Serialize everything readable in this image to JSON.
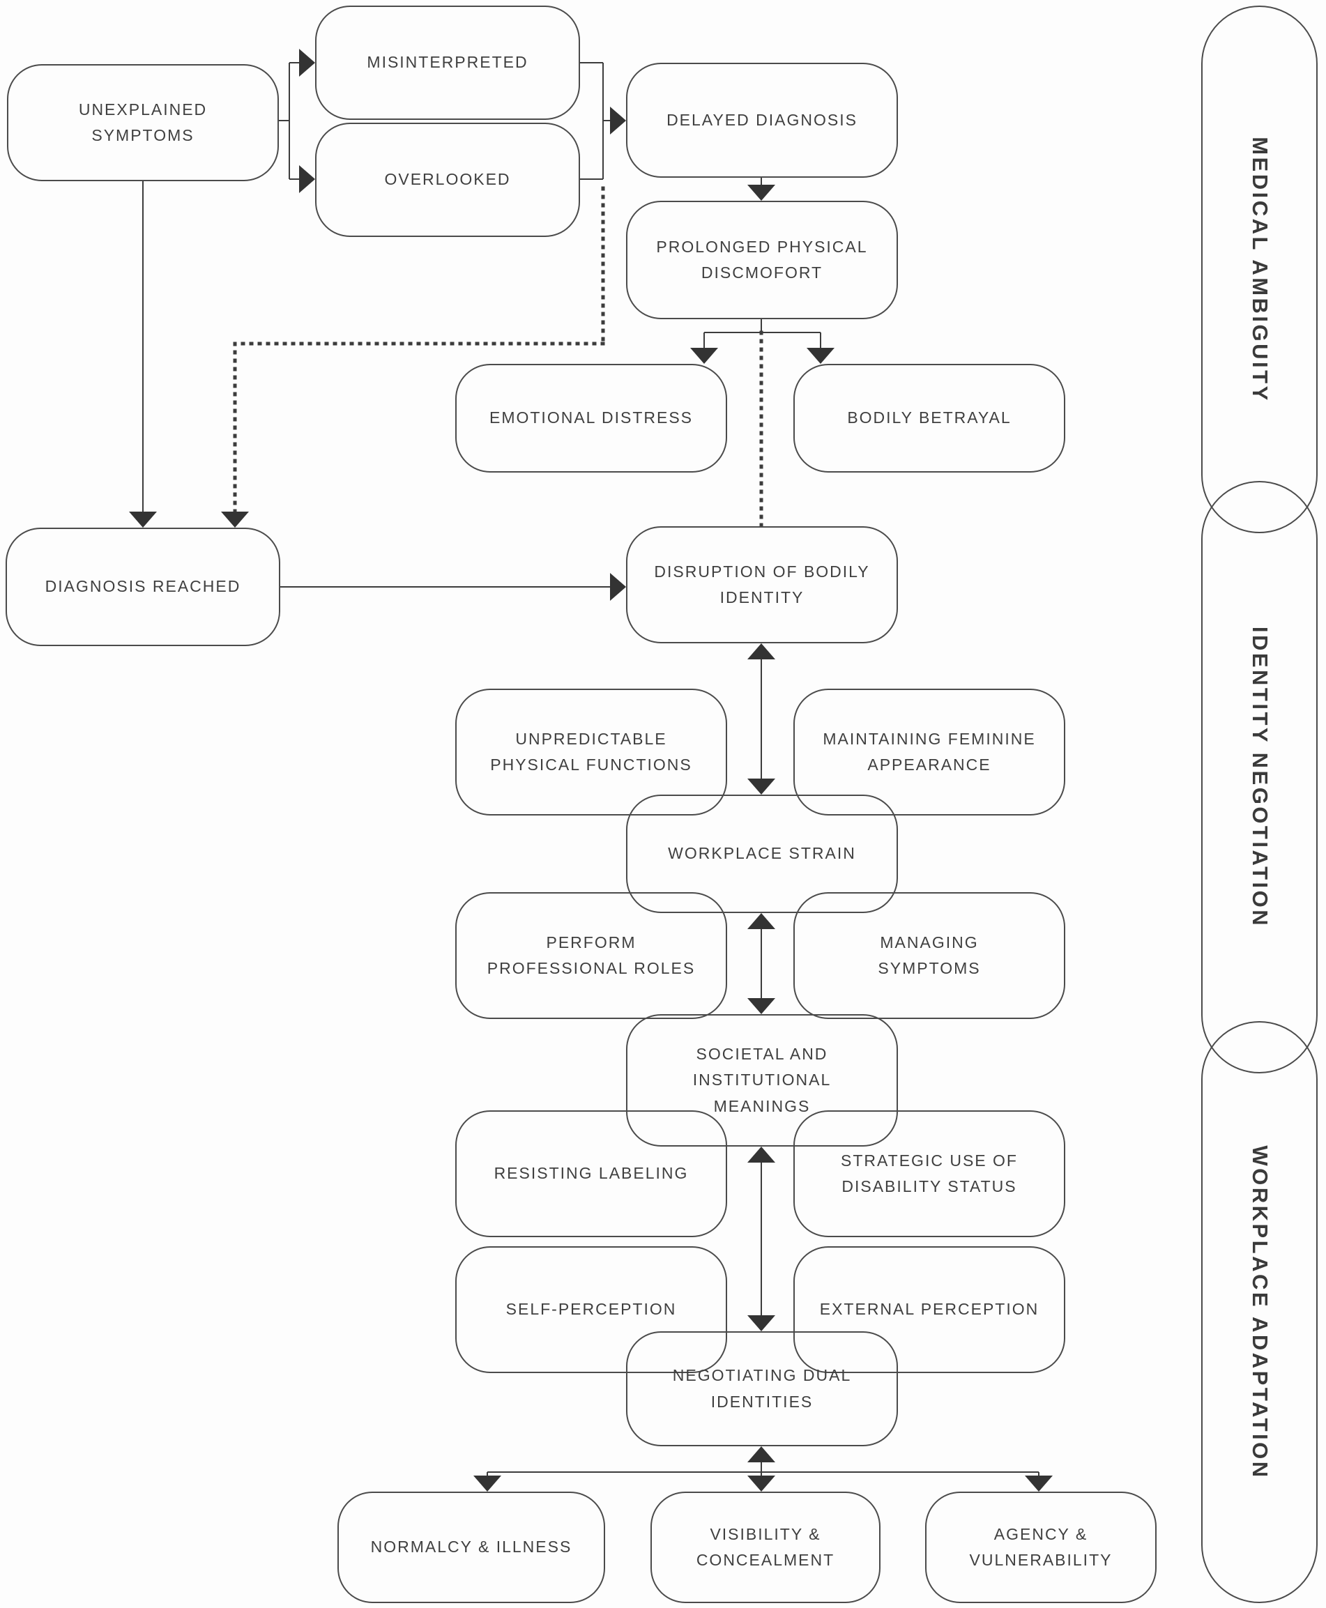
{
  "figure": {
    "background_color": "#fdfdfd",
    "line_color": "#3c3c3c",
    "border_color": "#4b4b4b",
    "text_color": "#3f3f3f",
    "arrowhead_color": "#333333"
  },
  "nodes": [
    {
      "id": "unexplained-symptoms",
      "label": "UNEXPLAINED\nSYMPTOMS"
    },
    {
      "id": "misinterpreted",
      "label": "MISINTERPRETED"
    },
    {
      "id": "overlooked",
      "label": "OVERLOOKED"
    },
    {
      "id": "delayed-diagnosis",
      "label": "DELAYED DIAGNOSIS"
    },
    {
      "id": "prolonged-physical-discomfort",
      "label": "PROLONGED PHYSICAL\nDISCMOFORT"
    },
    {
      "id": "emotional-distress",
      "label": "EMOTIONAL DISTRESS"
    },
    {
      "id": "bodily-betrayal",
      "label": "BODILY BETRAYAL"
    },
    {
      "id": "diagnosis-reached",
      "label": "DIAGNOSIS REACHED"
    },
    {
      "id": "disruption-of-bodily-identity",
      "label": "DISRUPTION OF BODILY\nIDENTITY"
    },
    {
      "id": "unpredictable-physical-functions",
      "label": "UNPREDICTABLE\nPHYSICAL FUNCTIONS"
    },
    {
      "id": "maintaining-feminine-appearance",
      "label": "MAINTAINING FEMININE\nAPPEARANCE"
    },
    {
      "id": "workplace-strain",
      "label": "WORKPLACE STRAIN"
    },
    {
      "id": "perform-professional-roles",
      "label": "PERFORM\nPROFESSIONAL ROLES"
    },
    {
      "id": "managing-symptoms",
      "label": "MANAGING\nSYMPTOMS"
    },
    {
      "id": "societal-institutional-meanings",
      "label": "SOCIETAL AND\nINSTITUTIONAL\nMEANINGS"
    },
    {
      "id": "resisting-labeling",
      "label": "RESISTING LABELING"
    },
    {
      "id": "strategic-use-of-disability-status",
      "label": "STRATEGIC USE OF\nDISABILITY STATUS"
    },
    {
      "id": "self-perception",
      "label": "SELF-PERCEPTION"
    },
    {
      "id": "external-perception",
      "label": "EXTERNAL PERCEPTION"
    },
    {
      "id": "negotiating-dual-identities",
      "label": "NEGOTIATING DUAL\nIDENTITIES"
    },
    {
      "id": "normalcy-illness",
      "label": "NORMALCY & ILLNESS"
    },
    {
      "id": "visibility-concealment",
      "label": "VISIBILITY &\nCONCEALMENT"
    },
    {
      "id": "agency-vulnerability",
      "label": "AGENCY &\nVULNERABILITY"
    }
  ],
  "sections": [
    {
      "id": "medical-ambiguity",
      "label": "MEDICAL AMBIGUITY"
    },
    {
      "id": "identity-negotiation",
      "label": "IDENTITY NEGOTIATION"
    },
    {
      "id": "workplace-adaptation",
      "label": "WORKPLACE ADAPTATION"
    }
  ]
}
